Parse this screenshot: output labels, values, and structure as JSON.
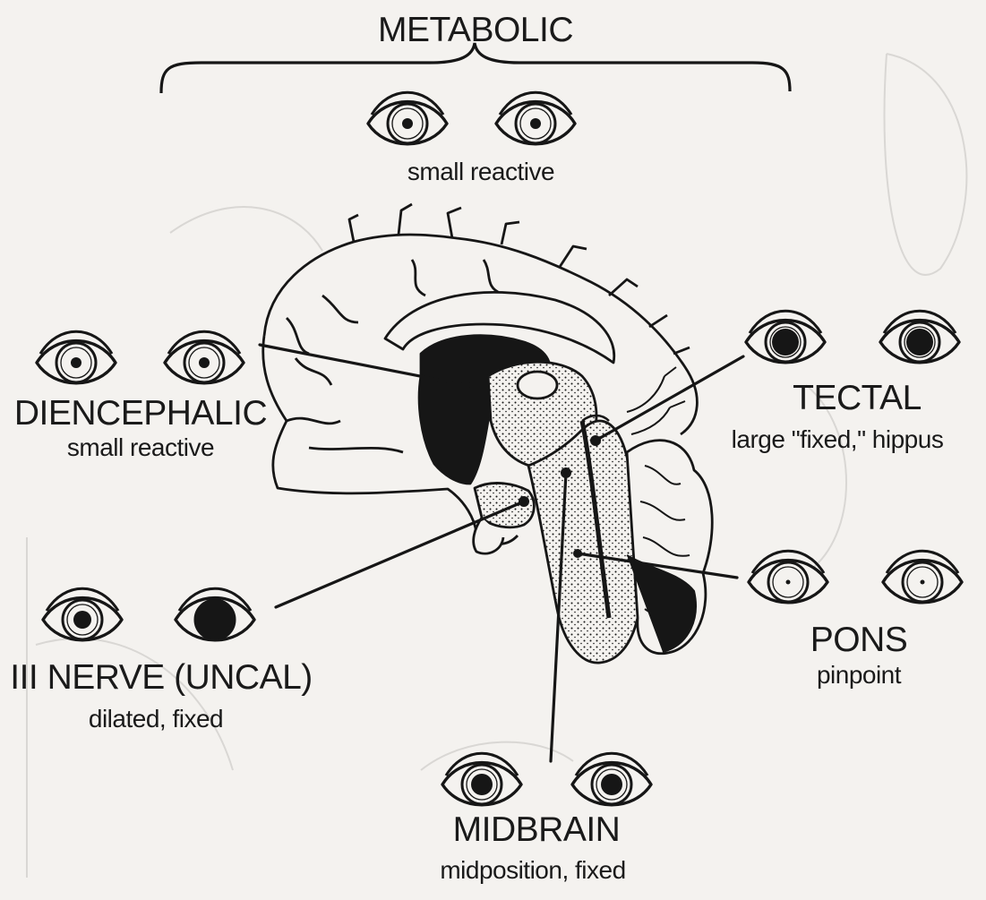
{
  "groups": [
    {
      "id": "metabolic",
      "title": "METABOLIC",
      "subtitle": "small reactive",
      "pupil": "small reactive"
    },
    {
      "id": "diencephalic",
      "title": "DIENCEPHALIC",
      "subtitle": "small reactive",
      "pupil": "small reactive"
    },
    {
      "id": "tectal",
      "title": "TECTAL",
      "subtitle": "large \"fixed,\" hippus",
      "pupil": "large"
    },
    {
      "id": "pons",
      "title": "PONS",
      "subtitle": "pinpoint",
      "pupil": "pinpoint"
    },
    {
      "id": "third_nerve",
      "title": "III NERVE (UNCAL)",
      "subtitle": "dilated, fixed",
      "pupil": "unilateral dilated"
    },
    {
      "id": "midbrain",
      "title": "MIDBRAIN",
      "subtitle": "midposition, fixed",
      "pupil": "midposition"
    }
  ],
  "colors": {
    "ink": "#161616",
    "paper": "#f4f2ef",
    "faint": "#d8d6d3"
  }
}
